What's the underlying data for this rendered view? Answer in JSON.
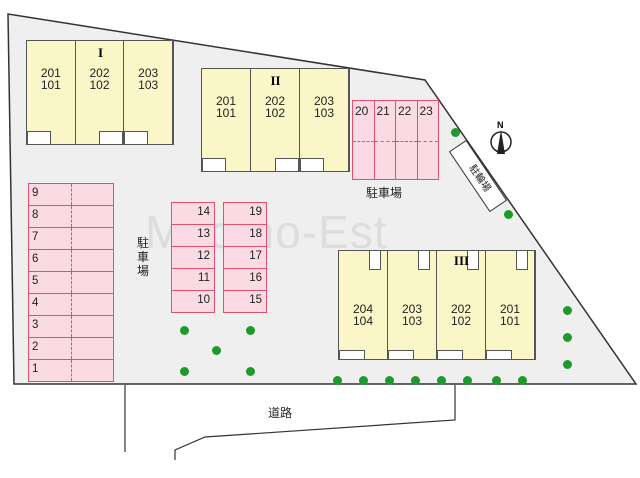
{
  "buildings": [
    {
      "name": "I",
      "units": [
        [
          "201",
          "101"
        ],
        [
          "202",
          "102"
        ],
        [
          "203",
          "103"
        ]
      ]
    },
    {
      "name": "II",
      "units": [
        [
          "201",
          "101"
        ],
        [
          "202",
          "102"
        ],
        [
          "203",
          "103"
        ]
      ]
    },
    {
      "name": "III",
      "units": [
        [
          "204",
          "104"
        ],
        [
          "203",
          "103"
        ],
        [
          "202",
          "102"
        ],
        [
          "201",
          "101"
        ]
      ]
    }
  ],
  "parking_left": [
    "9",
    "8",
    "7",
    "6",
    "5",
    "4",
    "3",
    "2",
    "1"
  ],
  "parking_mid1": [
    "14",
    "13",
    "12",
    "11",
    "10"
  ],
  "parking_mid2": [
    "19",
    "18",
    "17",
    "16",
    "15"
  ],
  "parking_top": [
    "20",
    "21",
    "22",
    "23"
  ],
  "labels": {
    "parking": "駐車場",
    "parking_v": "駐\n車\n場",
    "bicycle": "駐輪場",
    "road": "道路",
    "north": "N",
    "watermark": "Mitomo-Est"
  },
  "colors": {
    "lot": "#f0f0f0",
    "unit": "#fbf6c8",
    "stall": "#fadbe3",
    "tree": "#1d9a2a"
  }
}
